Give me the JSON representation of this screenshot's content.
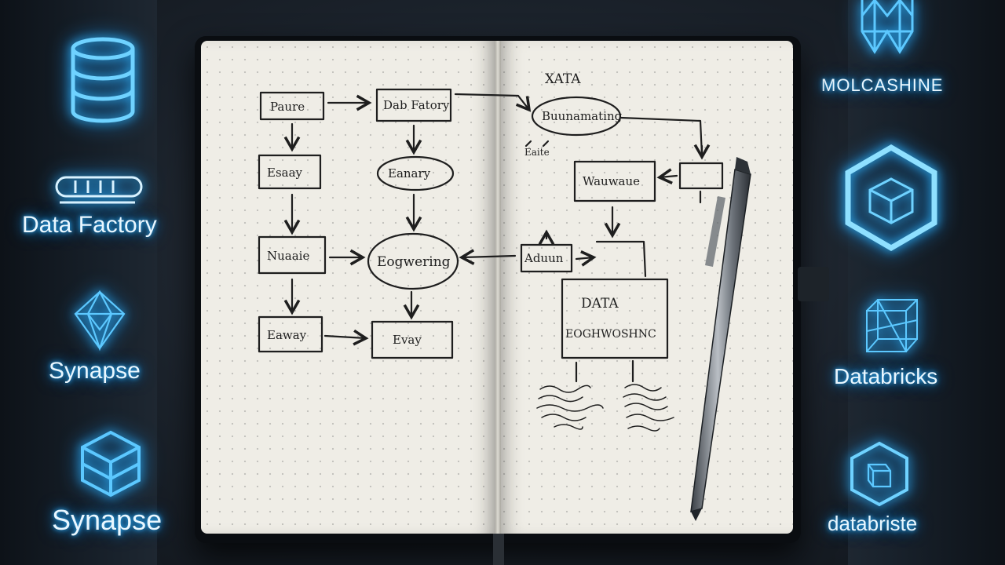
{
  "left_panel": {
    "labels": {
      "data_factory": "Data Factory",
      "synapse_1": "Synapse",
      "synapse_2": "Synapse"
    }
  },
  "right_panel": {
    "labels": {
      "top_brand": "MOLCASHINE",
      "databricks": "Databricks",
      "databricks_2": "databriste"
    }
  },
  "notebook": {
    "left_page": {
      "boxes": [
        "Paure",
        "Dab Fatory",
        "Esaay",
        "Eanary",
        "Nuaaie",
        "Eogwering",
        "Eaway",
        "Evay"
      ]
    },
    "right_page": {
      "title": "XATA",
      "boxes": [
        "Buunamating",
        "Wauwaue",
        "Aduun",
        "DATA",
        "EOGHWOSHNC"
      ],
      "small_notes": [
        "Eaite",
        "scrawls"
      ]
    }
  },
  "colors": {
    "glow": "#32b8ff",
    "background": "#1b222b",
    "paper": "#efede6",
    "ink": "#1e1e1e"
  },
  "icons": {
    "left": [
      "database-icon",
      "pipeline-icon",
      "diamond-network-icon",
      "isometric-cube-icon"
    ],
    "right": [
      "molecule-logo-icon",
      "hexagon-cube-icon",
      "wireframe-cube-icon",
      "hexagon-small-icon"
    ]
  }
}
